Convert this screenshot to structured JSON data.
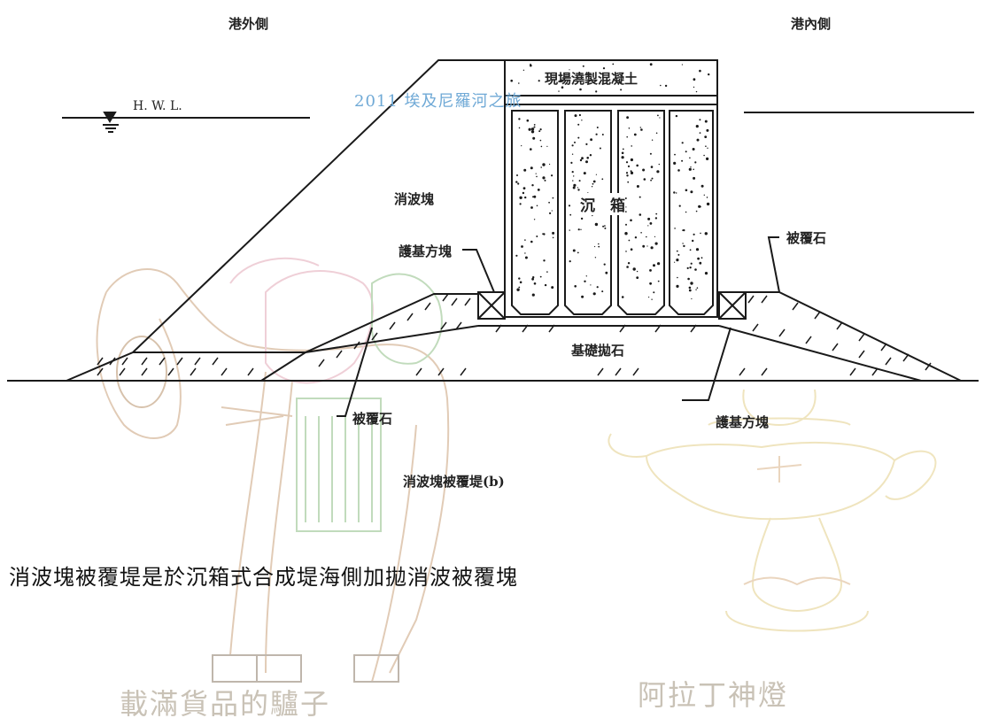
{
  "labels": {
    "seaside": "港外側",
    "harborside": "港內側",
    "hwl": "H. W. L.",
    "cast_concrete": "現場澆製混凝土",
    "caisson": "沉　箱",
    "wave_block": "消波塊",
    "foot_block_left": "護基方塊",
    "armor_stone_right": "被覆石",
    "foundation_rubble": "基礎拋石",
    "armor_stone_left": "被覆石",
    "foot_block_right": "護基方塊",
    "figure_title": "消波塊被覆堤(b)"
  },
  "overlay_text": "2011 埃及尼羅河之旅",
  "caption": "消波塊被覆堤是於沉箱式合成堤海側加拋消波被覆塊",
  "watermarks": {
    "donkey": "載滿貨品的驢子",
    "lamp": "阿拉丁神燈"
  },
  "colors": {
    "line": "#1a1a1a",
    "overlay_blue": "#6fa9d6",
    "watermark": "#c9c2b6",
    "sketch_brown": "#caa27c",
    "sketch_green": "#8fbf86",
    "sketch_pink": "#e2a9b7",
    "sketch_gold": "#e3cf8a"
  }
}
